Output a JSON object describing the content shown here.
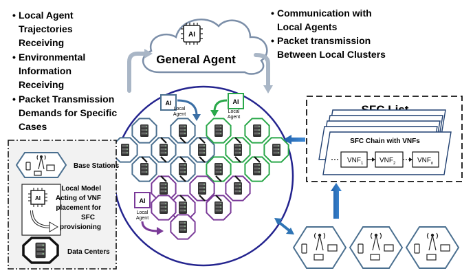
{
  "cloud": {
    "label": "General Agent",
    "chip_text": "AI"
  },
  "left_bullets": [
    [
      "Local Agent",
      "Trajectories",
      "Receiving"
    ],
    [
      "Environmental",
      "Information",
      "Receiving"
    ],
    [
      "Packet Transmission",
      "Demands for Specific",
      "Cases"
    ]
  ],
  "right_bullets": [
    [
      "Communication with",
      "Local Agents"
    ],
    [
      "Packet transmission",
      "Between Local Clusters"
    ]
  ],
  "bullet_char": "•",
  "agents": {
    "chip_text": "AI",
    "label_line1": "Local",
    "label_line2": "Agent"
  },
  "sfc": {
    "title": "SFC  List",
    "chain_title": "SFC Chain with VNFs",
    "vnf_base": "VNF",
    "vnf_subscripts": [
      "1",
      "2",
      "n"
    ]
  },
  "legend": {
    "base_stations": "Base Stations",
    "local_model": [
      "Local Model",
      "Acting of VNF",
      "placement for",
      "SFC",
      "provisioning"
    ],
    "data_centers": "Data Centers",
    "chip_text": "AI"
  },
  "colors": {
    "blue_cluster": "#4a6f8f",
    "green_cluster": "#2aa84a",
    "purple_cluster": "#7a3a98",
    "big_circle": "#23238e",
    "arrow_blue": "#2e74b5"
  }
}
